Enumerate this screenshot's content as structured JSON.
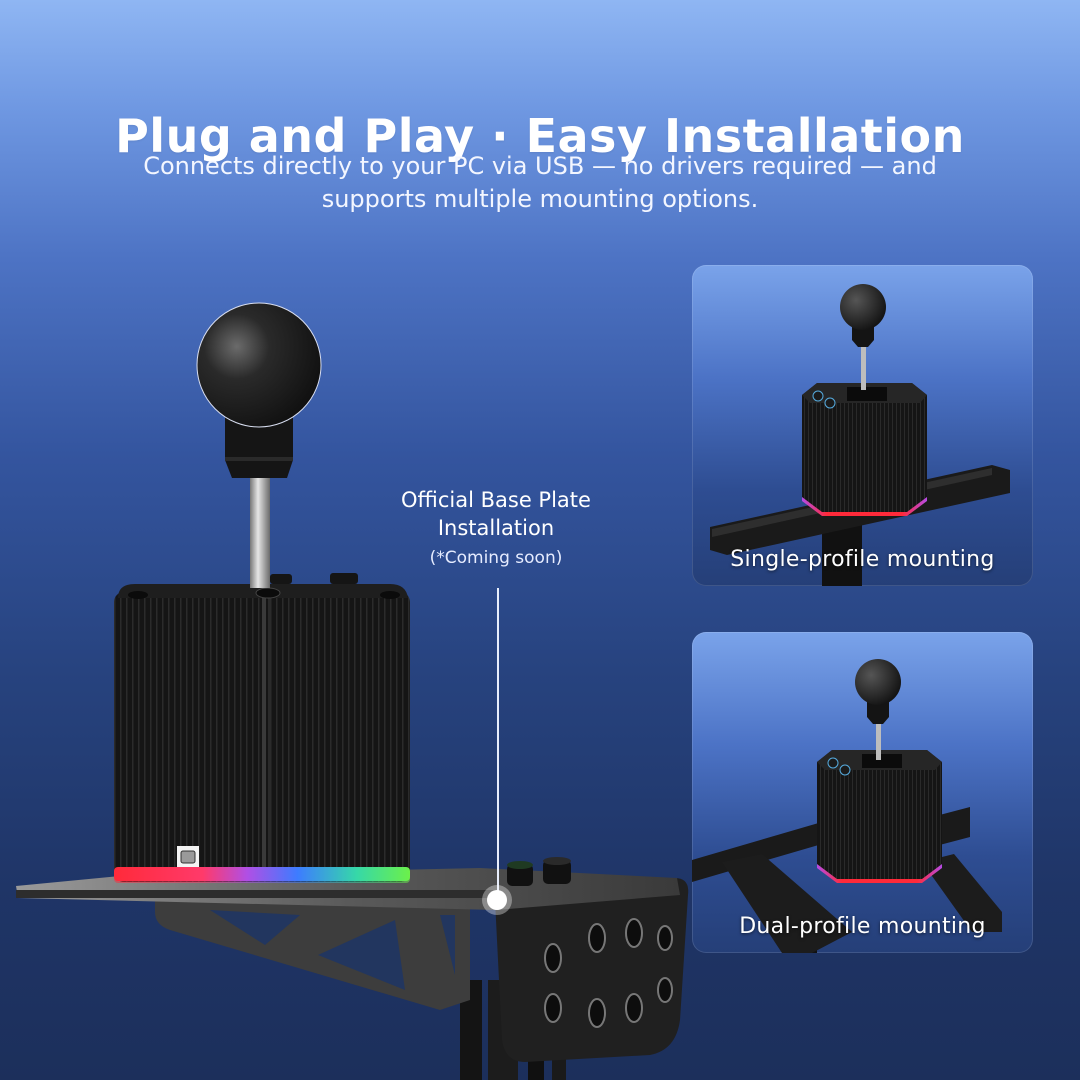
{
  "header": {
    "title": "Plug and Play · Easy Installation",
    "subtitle": "Connects directly to your PC via USB — no drivers required — and supports multiple mounting options."
  },
  "hero": {
    "callout_label": "Official Base Plate Installation",
    "callout_note": "(*Coming soon)",
    "product": "h-pattern-shifter-on-base-plate",
    "rgb_strip_colors": [
      "#ff2a3a",
      "#c04fe0",
      "#3d7cff",
      "#36d88a",
      "#6cf04a"
    ]
  },
  "cards": [
    {
      "label": "Single-profile mounting",
      "image": "shifter-on-single-aluminum-profile"
    },
    {
      "label": "Dual-profile mounting",
      "image": "shifter-on-dual-aluminum-profile"
    }
  ],
  "colors": {
    "background_top": "#8fb6f3",
    "background_bottom": "#1c2f5b",
    "text": "#ffffff",
    "rgb_accent_red": "#ff2a3a"
  }
}
